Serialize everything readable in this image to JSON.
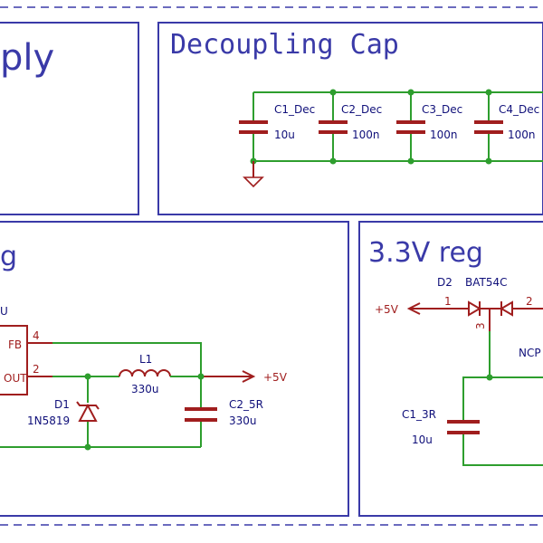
{
  "sections": {
    "supply_title": "ply",
    "decoupling_title": "Decoupling Cap",
    "reg_title": "g",
    "reg33_title": "3.3V reg"
  },
  "decoupling": {
    "caps": [
      {
        "ref": "C1_Dec",
        "value": "10u"
      },
      {
        "ref": "C2_Dec",
        "value": "100n"
      },
      {
        "ref": "C3_Dec",
        "value": "100n"
      },
      {
        "ref": "C4_Dec",
        "value": "100n"
      }
    ]
  },
  "buck": {
    "ic_ref_partial": "U",
    "pin_fb_name": "FB",
    "pin_fb_num": "4",
    "pin_out_name": "OUT",
    "pin_out_num": "2",
    "inductor_ref": "L1",
    "inductor_value": "330u",
    "diode_ref": "D1",
    "diode_value": "1N5819",
    "cap_ref": "C2_5R",
    "cap_value": "330u",
    "net_label": "+5V"
  },
  "reg33": {
    "net_label": "+5V",
    "diode_ref": "D2",
    "diode_value": "BAT54C",
    "pin1": "1",
    "pin2": "2",
    "pin3": "3",
    "ic_partial": "NCP",
    "cap_ref": "C1_3R",
    "cap_value": "10u"
  },
  "colors": {
    "frame": "#3a3aa8",
    "wire": "#2e9e2e",
    "component": "#a01e1e",
    "text": "#10107a"
  }
}
